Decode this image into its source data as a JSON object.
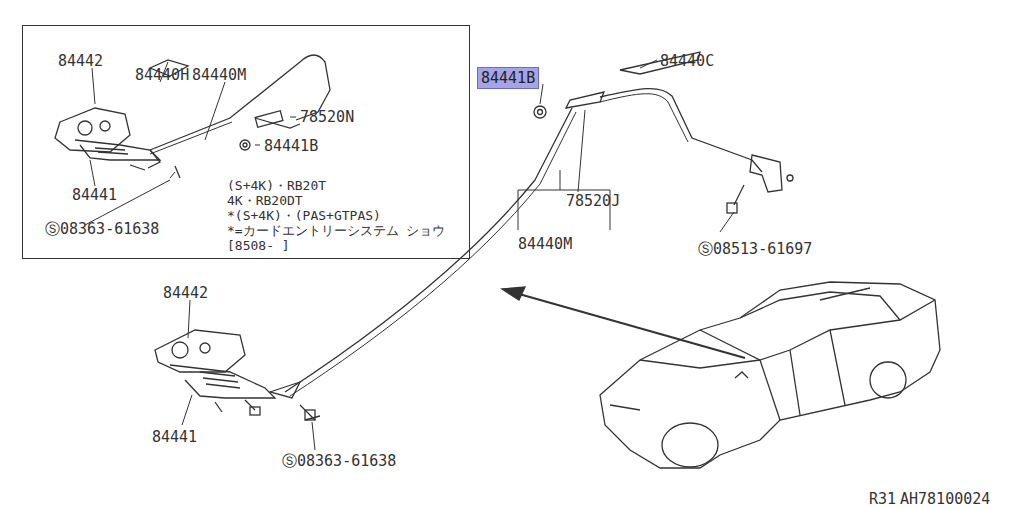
{
  "diagram": {
    "nodes": [
      {
        "text": [
          "(S+4K)・RB20T",
          "4K・RB20DT",
          "*(S+4K)・(PAS+GTPAS)",
          "*=カードエントリーシステム ショウ",
          "[8508-    ]"
        ]
      },
      {
        "text": [
          "84441B"
        ]
      }
    ],
    "labels": [
      "84442",
      "84440H",
      "84440M",
      "78520N",
      "84441B",
      "84441",
      "Ⓢ08363-61638",
      "84440C",
      "78520J",
      "84440M",
      "Ⓢ08513-61697",
      "84442",
      "84441",
      "Ⓢ08363-61638",
      "R31",
      "AH78100024"
    ]
  }
}
